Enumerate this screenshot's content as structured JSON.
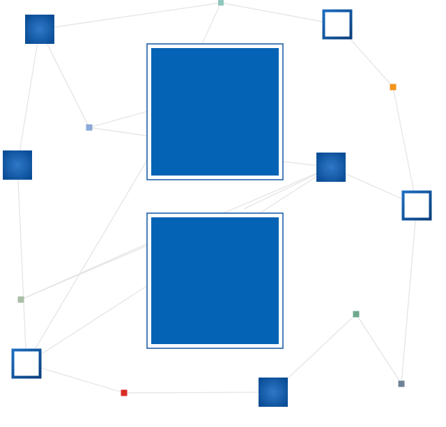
{
  "colors": {
    "panel": "#0563b5",
    "panel_border": "#1f5ea8",
    "node_dark": "#0a4d96",
    "node_glow": "#2f79c9",
    "node_outline": "#0d4e92",
    "edge": "#e6e6e6"
  },
  "panels": [
    {
      "id": "panel-top"
    },
    {
      "id": "panel-bottom"
    }
  ],
  "nodes": [
    {
      "id": "n1",
      "kind": "filled"
    },
    {
      "id": "n2",
      "kind": "dot",
      "color": "#8fc7bd"
    },
    {
      "id": "n3",
      "kind": "outline"
    },
    {
      "id": "n4",
      "kind": "dot",
      "color": "#f2941e"
    },
    {
      "id": "n5",
      "kind": "dot",
      "color": "#8aa9d8"
    },
    {
      "id": "n6",
      "kind": "filled"
    },
    {
      "id": "n7",
      "kind": "filled"
    },
    {
      "id": "n8",
      "kind": "outline"
    },
    {
      "id": "n9",
      "kind": "dot",
      "color": "#a9bfa6"
    },
    {
      "id": "n10",
      "kind": "dot",
      "color": "#6ea88c"
    },
    {
      "id": "n11",
      "kind": "outline"
    },
    {
      "id": "n12",
      "kind": "dot",
      "color": "#d92b26"
    },
    {
      "id": "n13",
      "kind": "filled"
    },
    {
      "id": "n14",
      "kind": "dot",
      "color": "#6f8197"
    }
  ],
  "edges": [
    [
      "n1",
      "n2"
    ],
    [
      "n2",
      "n3"
    ],
    [
      "n3",
      "n4"
    ],
    [
      "n4",
      "n8"
    ],
    [
      "n1",
      "n6"
    ],
    [
      "n6",
      "n11"
    ],
    [
      "n11",
      "n12"
    ],
    [
      "n12",
      "n13"
    ],
    [
      "n13",
      "n10"
    ],
    [
      "n10",
      "n14"
    ],
    [
      "n14",
      "n8"
    ],
    [
      "n8",
      "n7"
    ],
    [
      "n5",
      "n1"
    ],
    [
      "n9",
      "n7"
    ],
    [
      "n11",
      "n7"
    ]
  ]
}
